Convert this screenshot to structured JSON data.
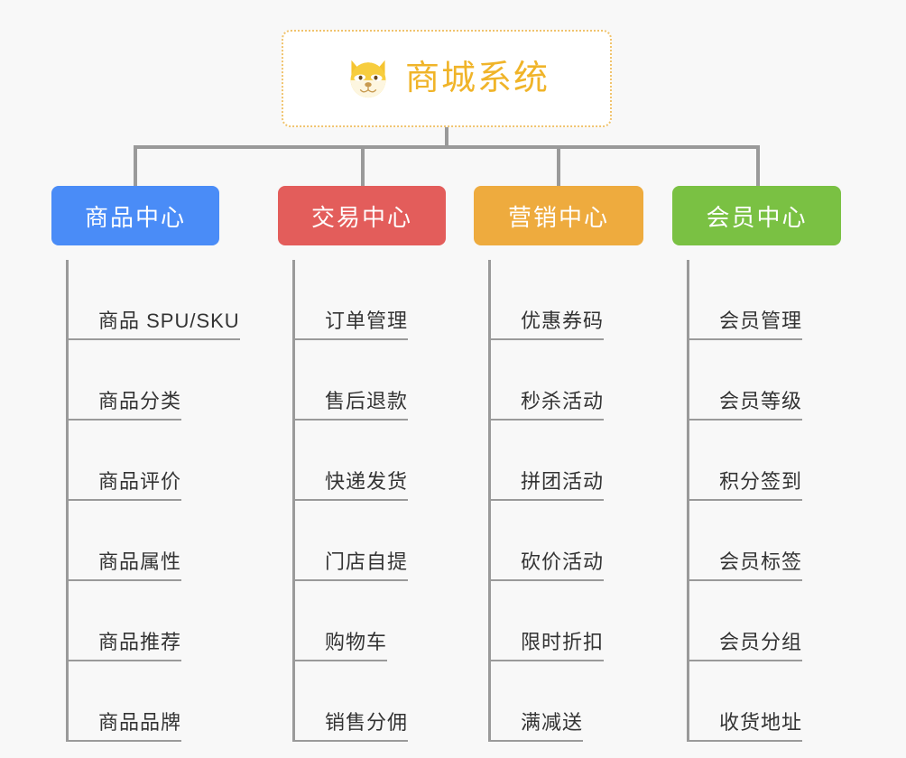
{
  "page": {
    "background_color": "#f8f8f8",
    "line_color": "#9a9a9a"
  },
  "root": {
    "title": "商城系统",
    "logo_icon": "shiba-dog-face-icon",
    "title_color": "#f0b429",
    "border_color": "#f0c36d",
    "background_color": "#ffffff"
  },
  "columns": [
    {
      "label": "商品中心",
      "color": "#4a8cf7",
      "items": [
        "商品 SPU/SKU",
        "商品分类",
        "商品评价",
        "商品属性",
        "商品推荐",
        "商品品牌"
      ]
    },
    {
      "label": "交易中心",
      "color": "#e35d5b",
      "items": [
        "订单管理",
        "售后退款",
        "快递发货",
        "门店自提",
        "购物车",
        "销售分佣"
      ]
    },
    {
      "label": "营销中心",
      "color": "#eeab3e",
      "items": [
        "优惠券码",
        "秒杀活动",
        "拼团活动",
        "砍价活动",
        "限时折扣",
        "满减送"
      ]
    },
    {
      "label": "会员中心",
      "color": "#79c martin"
    }
  ]
}
